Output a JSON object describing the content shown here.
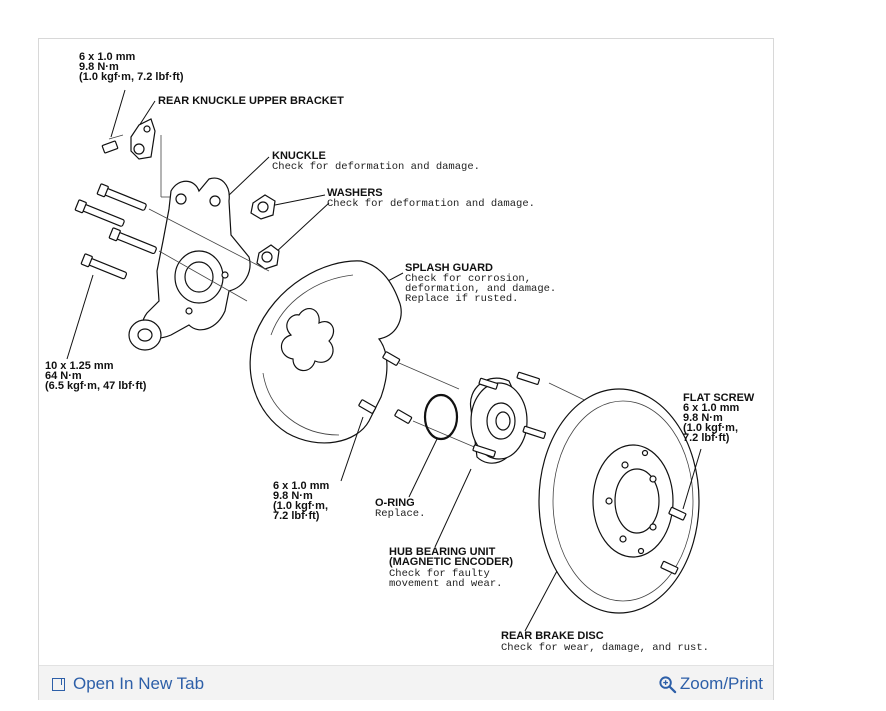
{
  "callouts": {
    "upper_bolt": [
      "6 x 1.0 mm",
      "9.8 N·m",
      "(1.0 kgf·m, 7.2 lbf·ft)"
    ],
    "bracket": "REAR KNUCKLE UPPER BRACKET",
    "knuckle": {
      "label": "KNUCKLE",
      "note": "Check for deformation and damage."
    },
    "washers": {
      "label": "WASHERS",
      "note": "Check for deformation and damage."
    },
    "splash_guard": {
      "label": "SPLASH GUARD",
      "note": [
        "Check for corrosion,",
        "deformation, and damage.",
        "Replace if rusted."
      ]
    },
    "knuckle_bolts": [
      "10 x 1.25 mm",
      "64 N·m",
      "(6.5 kgf·m, 47 lbf·ft)"
    ],
    "guard_bolts": [
      "6 x 1.0 mm",
      "9.8 N·m",
      "(1.0 kgf·m,",
      "7.2 lbf·ft)"
    ],
    "o_ring": {
      "label": "O-RING",
      "note": "Replace."
    },
    "hub": {
      "label": [
        "HUB BEARING UNIT",
        "(MAGNETIC ENCODER)"
      ],
      "note": [
        "Check for faulty",
        "movement and wear."
      ]
    },
    "flat_screw": {
      "label": "FLAT SCREW",
      "spec": [
        "6 x 1.0 mm",
        "9.8 N·m",
        "(1.0 kgf·m,",
        "7.2 lbf·ft)"
      ]
    },
    "disc": {
      "label": "REAR BRAKE DISC",
      "note": "Check for wear, damage, and rust."
    }
  },
  "footer": {
    "open_tab": "Open In New Tab",
    "zoom": "Zoom/Print",
    "link_color": "#2d5fa8"
  }
}
